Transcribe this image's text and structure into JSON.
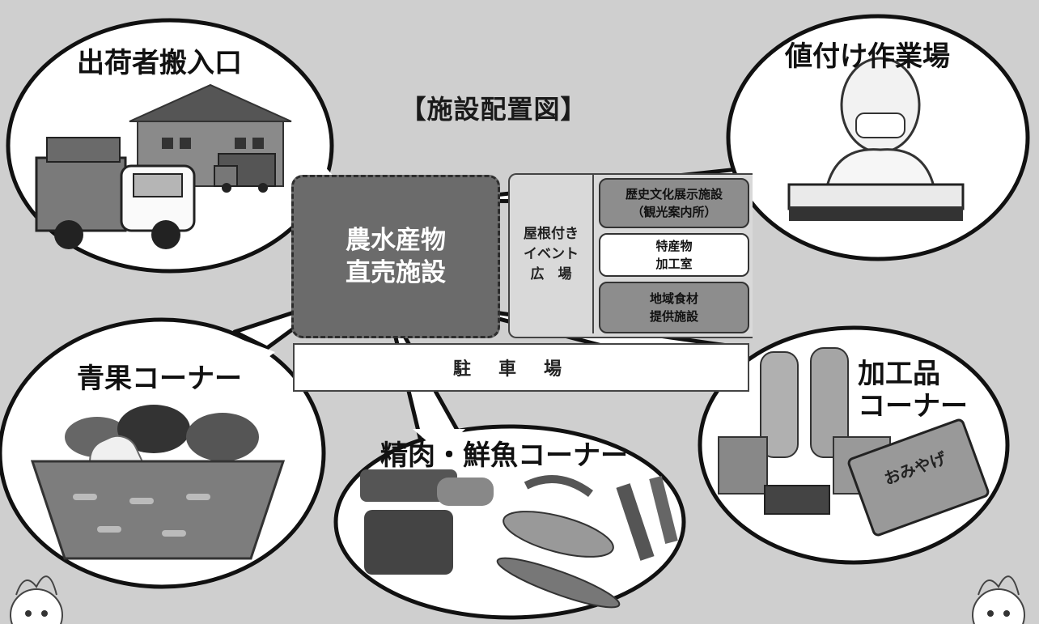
{
  "title": "【施設配置図】",
  "facility": {
    "main_line1": "農水産物",
    "main_line2": "直売施設",
    "plaza_line1": "屋根付き",
    "plaza_line2": "イベント",
    "plaza_line3": "広　場",
    "rooms": [
      {
        "line1": "歴史文化展示施設",
        "line2": "（観光案内所）"
      },
      {
        "line1": "特産物",
        "line2": "加工室"
      },
      {
        "line1": "地域食材",
        "line2": "提供施設"
      }
    ],
    "parking": "駐車場"
  },
  "bubbles": {
    "entrance": "出荷者搬入口",
    "pricing": "値付け作業場",
    "produce": "青果コーナー",
    "meat_fish": "精肉・鮮魚コーナー",
    "processed_line1": "加工品",
    "processed_line2": "コーナー"
  },
  "colors": {
    "background": "#cfcfcf",
    "main_facility": "#6b6b6b",
    "room_dark": "#8d8d8d",
    "bubble": "#ffffff",
    "outline": "#111111"
  }
}
